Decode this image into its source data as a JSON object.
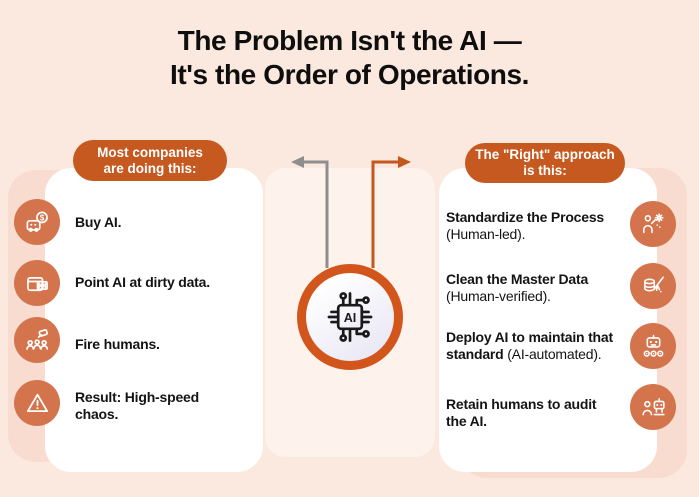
{
  "title": {
    "line1": "The Problem Isn't the AI —",
    "line2": "It's the Order of Operations."
  },
  "left_panel": {
    "badge_line1": "Most companies",
    "badge_line2": "are doing this:",
    "items": [
      {
        "icon": "robot-money-icon",
        "line1": "Buy AI.",
        "line2": ""
      },
      {
        "icon": "wallet-cash-icon",
        "line1": "Point AI at dirty data.",
        "line2": ""
      },
      {
        "icon": "fire-humans-icon",
        "line1": "Fire humans.",
        "line2": ""
      },
      {
        "icon": "warning-triangle-icon",
        "line1": "Result: High-speed",
        "line2": "chaos."
      }
    ]
  },
  "right_panel": {
    "badge_line1": "The \"Right\" approach",
    "badge_line2": "is this:",
    "items": [
      {
        "icon": "person-standardize-icon",
        "line1_bold": "Standardize the Process",
        "line1_regular": "",
        "line2_bold": "",
        "line2_regular": "(Human-led)."
      },
      {
        "icon": "broom-database-icon",
        "line1_bold": "Clean the Master Data",
        "line1_regular": "",
        "line2_bold": "",
        "line2_regular": "(Human-verified)."
      },
      {
        "icon": "robot-gears-icon",
        "line1_bold": "Deploy AI to maintain that",
        "line1_regular": "",
        "line2_bold": "standard",
        "line2_regular": " (AI-automated)."
      },
      {
        "icon": "human-robot-audit-icon",
        "line1_bold": "Retain humans to audit",
        "line1_regular": "",
        "line2_bold": "the AI.",
        "line2_regular": ""
      }
    ]
  },
  "center": {
    "chip_label": "AI",
    "left_arrow_direction": "left",
    "right_arrow_direction": "right"
  },
  "glyphs": {
    "dollar": "$"
  },
  "colors": {
    "background": "#fbe8de",
    "center_backdrop": "#fdf3ec",
    "card": "#ffffff",
    "card_underlay": "#f8dcd0",
    "badge_orange": "#c6591f",
    "icon_circle_orange": "#d3744c",
    "ring_orange": "#d2561c",
    "arrow_orange": "#c4571e",
    "arrow_gray": "#8e8e8e",
    "text_dark": "#141414",
    "chip_black": "#1a1a1a"
  }
}
